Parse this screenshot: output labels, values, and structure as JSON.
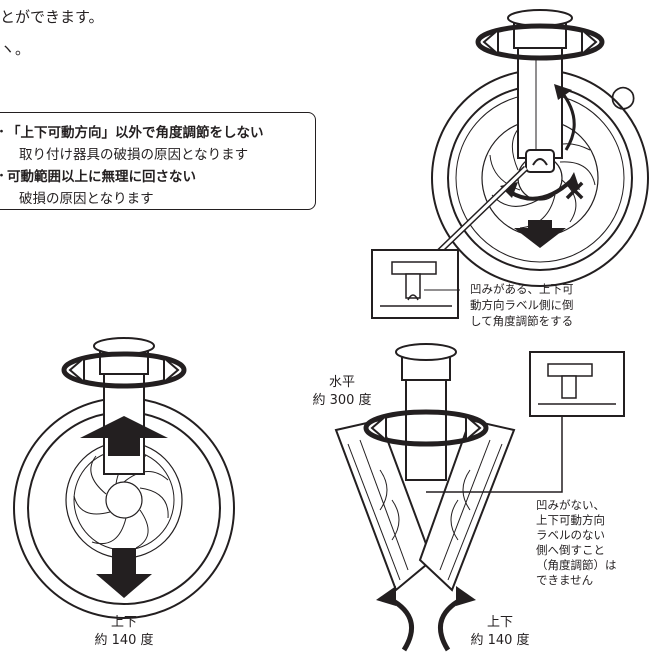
{
  "intro": {
    "line1": "とができます。",
    "line2": "ヽ。"
  },
  "caution": {
    "items": [
      {
        "title": "「上下可動方向」以外で角度調節をしない",
        "detail": "取り付け器具の破損の原因となります"
      },
      {
        "title": "可動範囲以上に無理に回さない",
        "detail": "破損の原因となります"
      }
    ]
  },
  "callouts": {
    "notch_yes": [
      "凹みがある、上下可",
      "動方向ラベル側に倒",
      "して角度調節をする"
    ],
    "notch_no": [
      "凹みがない、",
      "上下可動方向",
      "ラベルのない",
      "側へ倒すこと",
      "（角度調節）は",
      "できません"
    ]
  },
  "labels": {
    "horizontal": [
      "水平",
      "約 300 度"
    ],
    "vertical_left": [
      "上下",
      "約 140 度"
    ],
    "vertical_right": [
      "上下",
      "約 140 度"
    ]
  },
  "symbols": {
    "ok": "○",
    "ng": "×"
  },
  "colors": {
    "ink": "#231f20",
    "line": "#231f20",
    "background": "#ffffff"
  }
}
